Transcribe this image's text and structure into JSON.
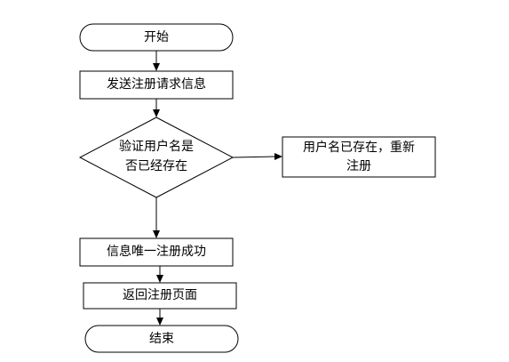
{
  "diagram": {
    "nodes": {
      "start": {
        "label": "开始"
      },
      "send_request": {
        "label": "发送注册请求信息"
      },
      "check_username": {
        "lines": [
          "验证用户名是",
          "否已经存在"
        ]
      },
      "username_exists": {
        "lines": [
          "用户名已存在，重新",
          "注册"
        ]
      },
      "register_success": {
        "label": "信息唯一注册成功"
      },
      "return_page": {
        "label": "返回注册页面"
      },
      "end": {
        "label": "结束"
      }
    }
  }
}
